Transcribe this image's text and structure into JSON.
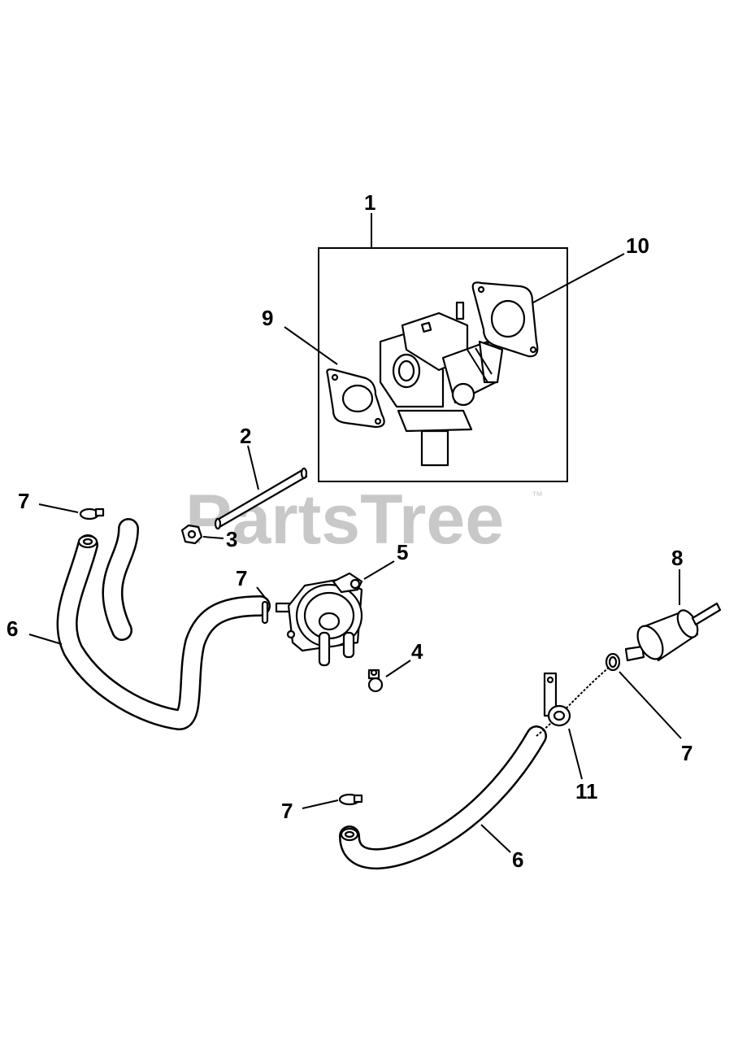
{
  "watermark": {
    "text": "PartsTree",
    "trademark": "™"
  },
  "callouts": {
    "c1": "1",
    "c2": "2",
    "c3": "3",
    "c4": "4",
    "c5": "5",
    "c6a": "6",
    "c6b": "6",
    "c7a": "7",
    "c7b": "7",
    "c7c": "7",
    "c7d": "7",
    "c8": "8",
    "c9": "9",
    "c10": "10",
    "c11": "11"
  }
}
